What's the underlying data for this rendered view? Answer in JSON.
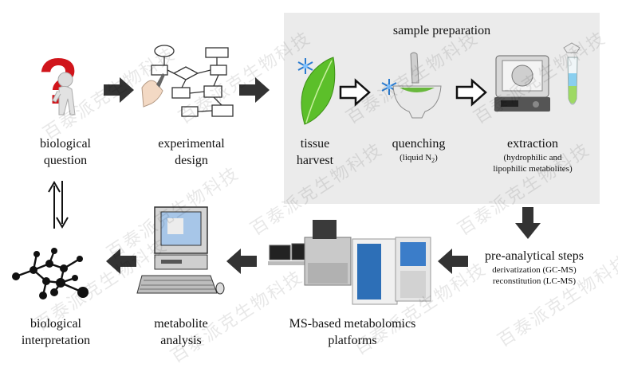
{
  "watermark": "百泰派克生物科技",
  "panel": {
    "title": "sample preparation"
  },
  "steps": {
    "biological_question": [
      "biological",
      "question"
    ],
    "experimental_design": [
      "experimental",
      "design"
    ],
    "tissue_harvest": [
      "tissue",
      "harvest"
    ],
    "quenching": {
      "title": "quenching",
      "sub": "(liquid N",
      "sub_subscript": "2",
      "sub_end": ")"
    },
    "extraction": {
      "title": "extraction",
      "sub": [
        "(hydrophilic and",
        "lipophilic metabolites)"
      ]
    },
    "pre_analytical": {
      "title": "pre-analytical steps",
      "sub": [
        "derivatization (GC-MS)",
        "reconstitution (LC-MS)"
      ]
    },
    "ms_platforms": [
      "MS-based metabolomics",
      "platforms"
    ],
    "metabolite_analysis": [
      "metabolite",
      "analysis"
    ],
    "biological_interpretation": [
      "biological",
      "interpretation"
    ]
  },
  "icons": [
    "question-mark-figure-icon",
    "flowchart-drawing-icon",
    "snowflake-icon",
    "leaf-icon",
    "mortar-pestle-icon",
    "centrifuge-icon",
    "tube-icon",
    "mass-spectrometer-icon",
    "computer-icon",
    "network-icon"
  ]
}
